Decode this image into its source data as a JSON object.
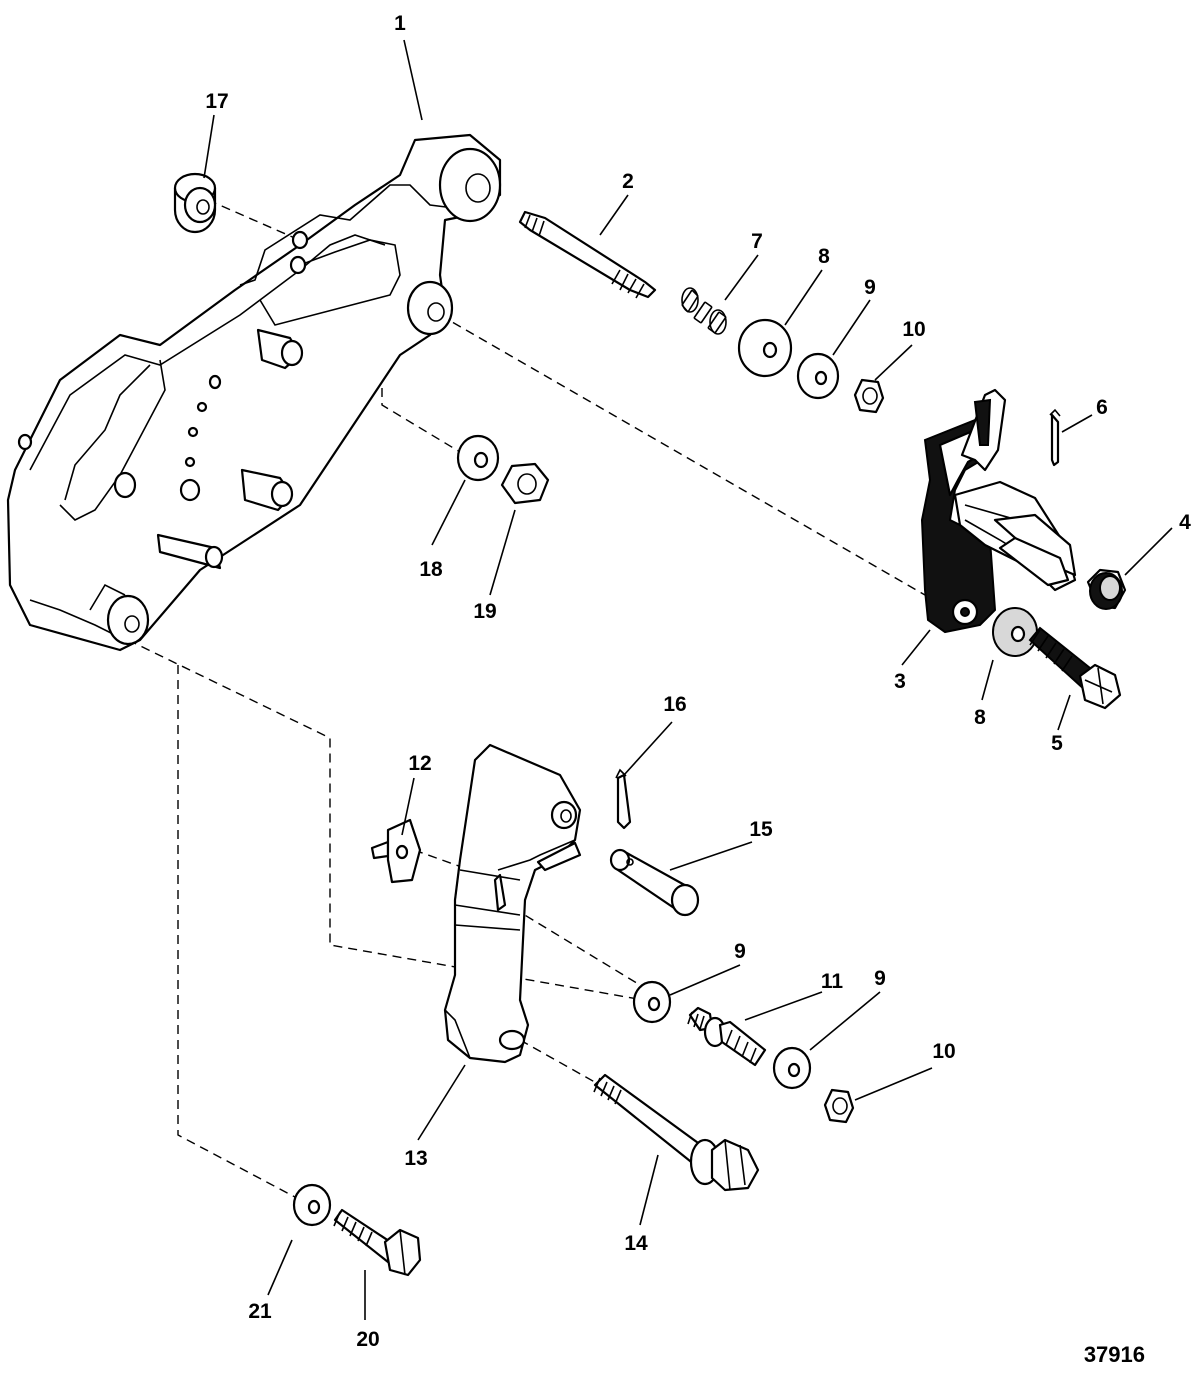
{
  "figure_number": "37916",
  "callouts": [
    {
      "id": "c1",
      "text": "1"
    },
    {
      "id": "c2",
      "text": "2"
    },
    {
      "id": "c3",
      "text": "3"
    },
    {
      "id": "c4",
      "text": "4"
    },
    {
      "id": "c5",
      "text": "5"
    },
    {
      "id": "c6",
      "text": "6"
    },
    {
      "id": "c7",
      "text": "7"
    },
    {
      "id": "c8a",
      "text": "8"
    },
    {
      "id": "c8b",
      "text": "8"
    },
    {
      "id": "c9a",
      "text": "9"
    },
    {
      "id": "c9b",
      "text": "9"
    },
    {
      "id": "c9c",
      "text": "9"
    },
    {
      "id": "c10a",
      "text": "10"
    },
    {
      "id": "c10b",
      "text": "10"
    },
    {
      "id": "c11",
      "text": "11"
    },
    {
      "id": "c12",
      "text": "12"
    },
    {
      "id": "c13",
      "text": "13"
    },
    {
      "id": "c14",
      "text": "14"
    },
    {
      "id": "c15",
      "text": "15"
    },
    {
      "id": "c16",
      "text": "16"
    },
    {
      "id": "c17",
      "text": "17"
    },
    {
      "id": "c18",
      "text": "18"
    },
    {
      "id": "c19",
      "text": "19"
    },
    {
      "id": "c20",
      "text": "20"
    },
    {
      "id": "c21",
      "text": "21"
    }
  ]
}
